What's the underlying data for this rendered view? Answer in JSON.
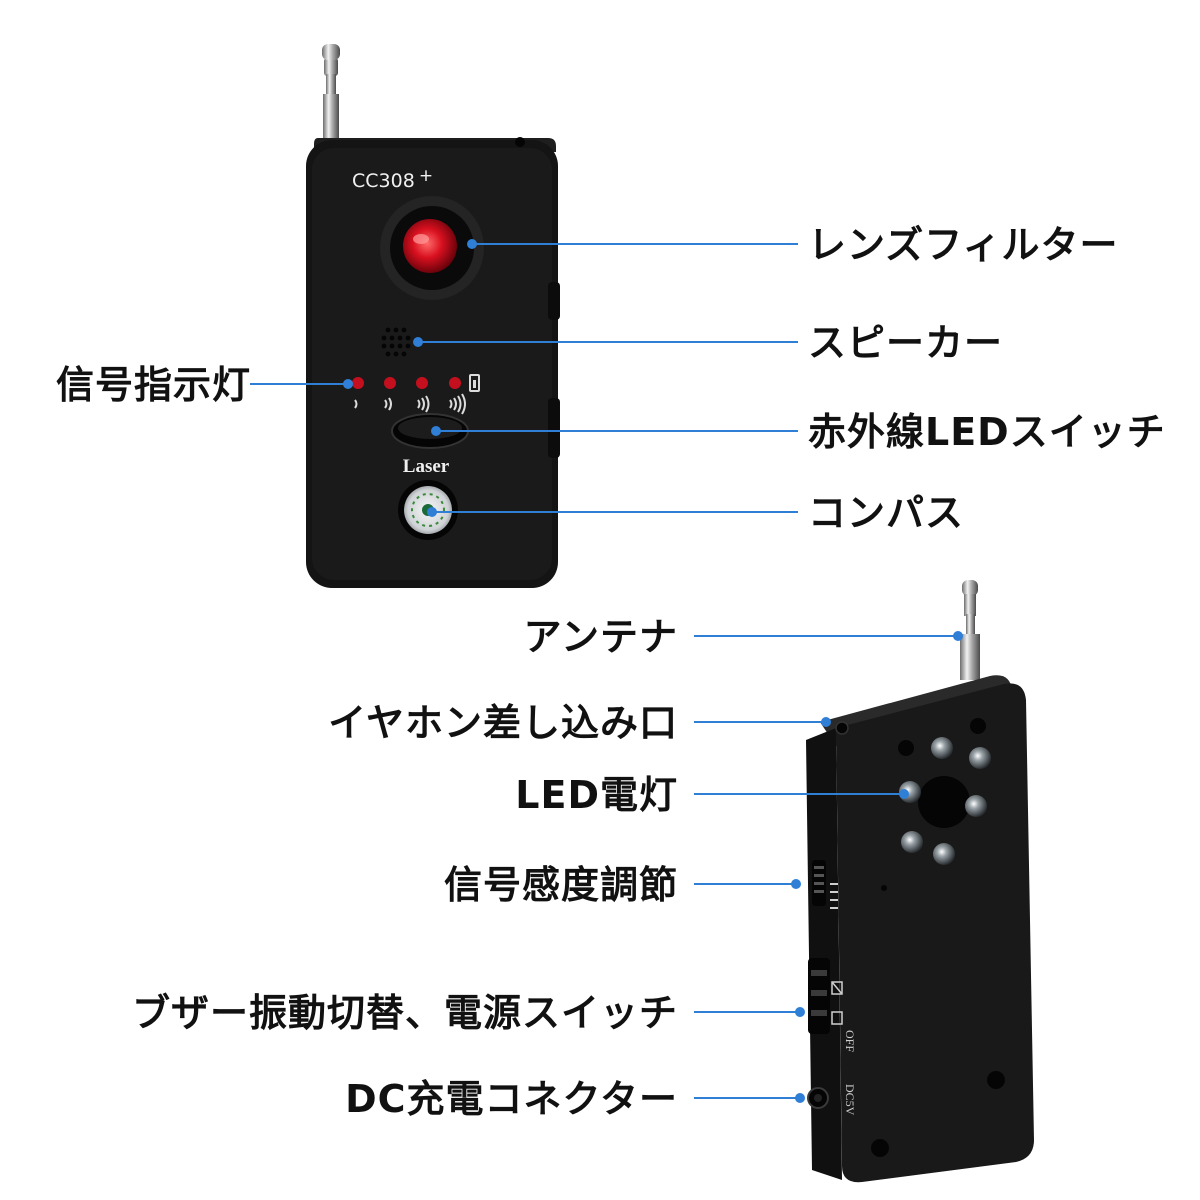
{
  "colors": {
    "leader_line": "#2f7fd6",
    "leader_dot": "#2f7fd6",
    "device_body": "#141414",
    "lens_red": "#e0192b",
    "led_red": "#c4101e"
  },
  "device_front": {
    "model": "CC308",
    "model_suffix": "+",
    "button_label": "Laser"
  },
  "device_side": {
    "switch_mark_off": "OFF",
    "dc_mark": "DC5V"
  },
  "callouts_front": {
    "lens_filter": "レンズフィルター",
    "speaker": "スピーカー",
    "signal_indicator": "信号指示灯",
    "ir_led_switch": "赤外線LEDスイッチ",
    "compass": "コンパス"
  },
  "callouts_side": {
    "antenna": "アンテナ",
    "earphone_jack": "イヤホン差し込み口",
    "led_light": "LED電灯",
    "sensitivity": "信号感度調節",
    "buzzer_power": "ブザー振動切替、電源スイッチ",
    "dc_connector": "DC充電コネクター"
  }
}
